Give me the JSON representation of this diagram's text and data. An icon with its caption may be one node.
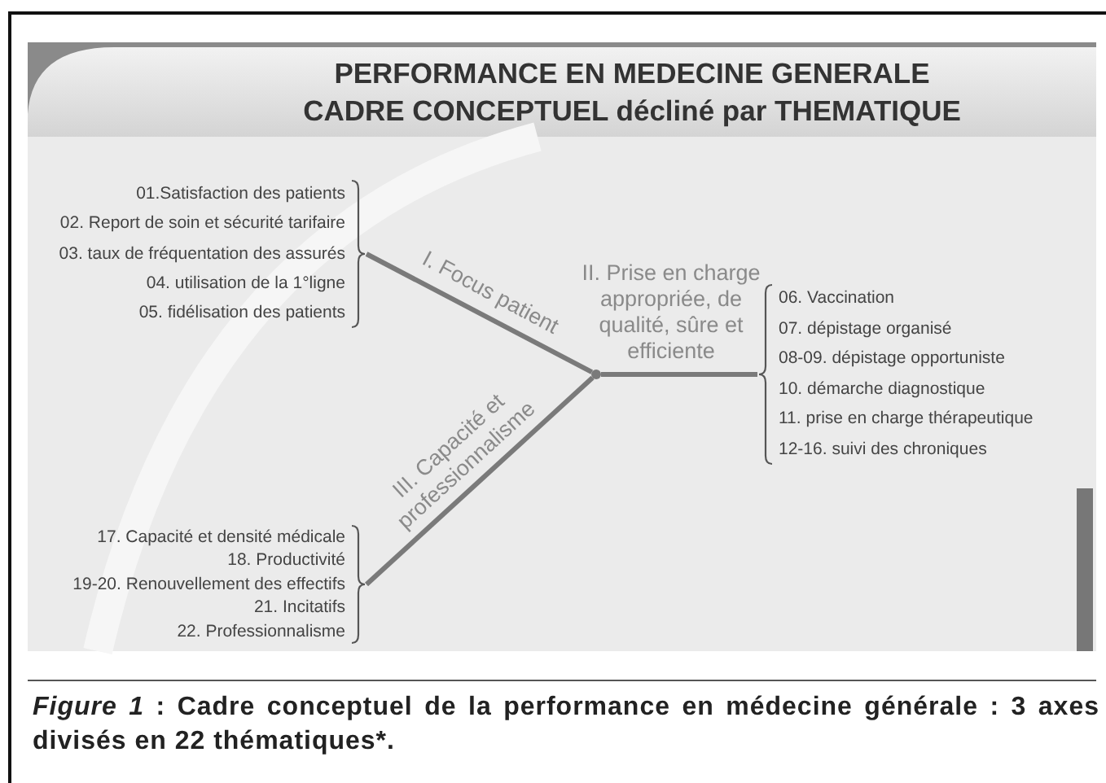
{
  "diagram": {
    "title": "PERFORMANCE EN MEDECINE GENERALE CADRE CONCEPTUEL décliné par THEMATIQUE",
    "caption": "*Figure 1* : Cadre conceptuel de la performance en médecine générale : 3 axes divisés en 22 thématiques*.",
    "nodes": [
      {
        "text": [
          "01.Satisfaction des patients",
          "02. Report de soin et sécurité tarifaire",
          "03. taux de fréquentation des assurés",
          "04. utilisation de la 1°ligne",
          "05. fidélisation des patients"
        ]
      },
      {
        "text": [
          "06. Vaccination",
          "07. dépistage organisé",
          "08-09. dépistage opportuniste",
          "10. démarche diagnostique",
          "11. prise en charge thérapeutique",
          "12-16. suivi des chroniques"
        ]
      },
      {
        "text": [
          "17. Capacité et densité médicale",
          "18. Productivité",
          "19-20. Renouvellement des effectifs",
          "21. Incitatifs",
          "22. Professionnalisme"
        ]
      },
      {
        "text": [],
        "shape": "dot"
      }
    ],
    "edges": [
      {
        "from": 3,
        "to": 0,
        "arrow": "none",
        "label": "I. Focus patient"
      },
      {
        "from": 3,
        "to": 1,
        "arrow": "none",
        "label": "II. Prise en charge appropriée, de qualité, sûre et efficiente"
      },
      {
        "from": 3,
        "to": 2,
        "arrow": "none",
        "label": "III. Capacité et professionnalisme"
      }
    ]
  }
}
